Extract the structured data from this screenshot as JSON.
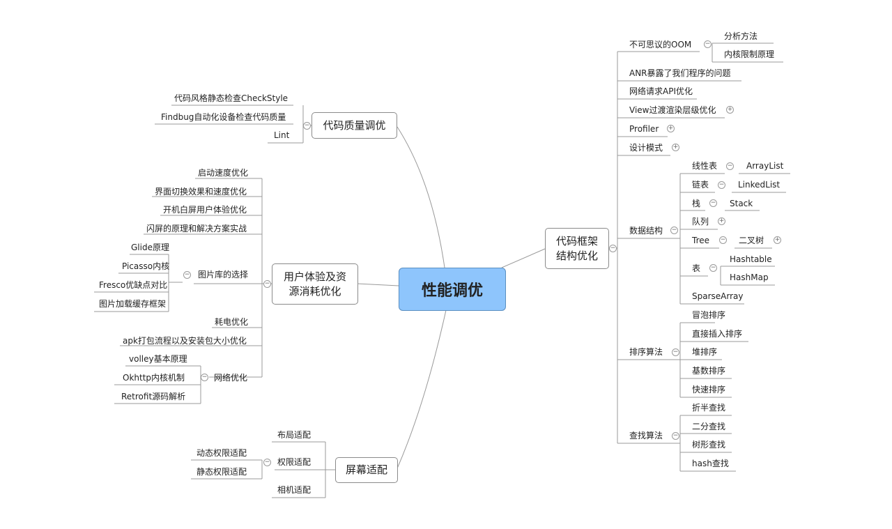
{
  "root": "性能调优",
  "branches": {
    "quality": "代码质量调优",
    "ux": [
      "用户体验及资",
      "源消耗优化"
    ],
    "screen": "屏幕适配",
    "framework": [
      "代码框架",
      "结构优化"
    ]
  },
  "quality_items": [
    "代码风格静态检查CheckStyle",
    "Findbug自动化设备检查代码质量",
    "Lint"
  ],
  "ux_items": {
    "startup": "启动速度优化",
    "switch": "界面切换效果和速度优化",
    "splash": "开机白屏用户体验优化",
    "flash": "闪屏的原理和解决方案实战",
    "image_lib": "图片库的选择",
    "image_libs": [
      "Glide原理",
      "Picasso内核",
      "Fresco优缺点对比",
      "图片加载缓存框架"
    ],
    "power": "耗电优化",
    "apk": "apk打包流程以及安装包大小优化",
    "network": "网络优化",
    "network_items": [
      "volley基本原理",
      "Okhttp内核机制",
      "Retrofit源码解析"
    ]
  },
  "screen_items": {
    "layout": "布局适配",
    "permission": "权限适配",
    "permission_items": [
      "动态权限适配",
      "静态权限适配"
    ],
    "camera": "相机适配"
  },
  "framework_items": {
    "oom": "不可思议的OOM",
    "oom_items": [
      "分析方法",
      "内核限制原理"
    ],
    "anr": "ANR暴露了我们程序的问题",
    "net_api": "网络请求API优化",
    "view": "View过渡渲染层级优化",
    "profiler": "Profiler",
    "pattern": "设计模式",
    "ds": "数据结构",
    "ds_items": {
      "linear": "线性表",
      "arraylist": "ArrayList",
      "linked": "链表",
      "linkedlist": "LinkedList",
      "stack_cn": "栈",
      "stack": "Stack",
      "queue": "队列",
      "tree": "Tree",
      "bintree": "二叉树",
      "table": "表",
      "hashtable": "Hashtable",
      "hashmap": "HashMap",
      "sparse": "SparseArray"
    },
    "sort": "排序算法",
    "sort_items": [
      "冒泡排序",
      "直接插入排序",
      "堆排序",
      "基数排序",
      "快速排序"
    ],
    "search": "查找算法",
    "search_items": [
      "折半查找",
      "二分查找",
      "树形查找",
      "hash查找"
    ]
  }
}
